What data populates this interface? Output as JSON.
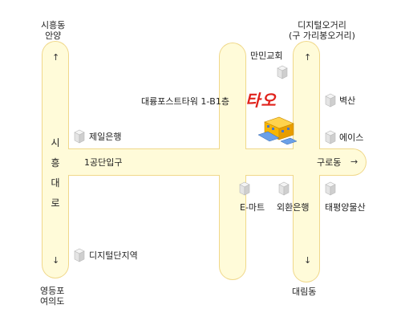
{
  "labels": {
    "nw": "시흥동\n안양",
    "ne": "디지털오거리\n(구 가리봉오거리)",
    "sw": "영등포\n여의도",
    "se": "대림동",
    "manmin": "만민교회",
    "tower": "대륭포스트타워 1-B1층",
    "logo": "타오",
    "jeil": "제일은행",
    "byeoksan": "벽산",
    "ace": "에이스",
    "gate1": "1공단입구",
    "guro": "구로동",
    "emart": "E-마트",
    "kexchange": "외환은행",
    "taepyeong": "태평양물산",
    "digital_zone": "디지털단지역"
  },
  "siheung_road": [
    "시",
    "흥",
    "대",
    "로"
  ],
  "arrows": {
    "up": "↑",
    "down": "↓",
    "right": "→"
  },
  "colors": {
    "road_fill": "#fffbd9",
    "road_border": "#f0d88a",
    "logo": "#e0231c"
  }
}
